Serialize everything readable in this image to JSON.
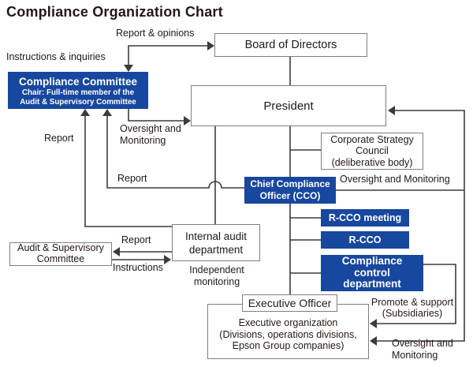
{
  "title": "Compliance Organization Chart",
  "colors": {
    "accent_blue": "#17479e",
    "line": "#3e3a39",
    "box_border": "#7f7f7f",
    "ink": "#231815"
  },
  "boxes": {
    "board_of_directors": "Board of Directors",
    "president": "President",
    "corporate_strategy_council": "Corporate Strategy\nCouncil\n(deliberative body)",
    "compliance_committee": {
      "title": "Compliance Committee",
      "subtitle": "Chair: Full-time member of the\nAudit & Supervisory Committee"
    },
    "cco": "Chief Compliance\nOfficer (CCO)",
    "rcco_meeting": "R-CCO meeting",
    "rcco": "R-CCO",
    "compliance_control_department": "Compliance\ncontrol\ndepartment",
    "internal_audit_department": "Internal audit\ndepartment",
    "audit_supervisory_committee": "Audit & Supervisory\nCommittee",
    "executive_officer": "Executive Officer",
    "executive_organization": "Executive organization\n(Divisions, operations divisions,\nEpson Group companies)"
  },
  "labels": {
    "report_opinions": "Report & opinions",
    "instructions_inquiries": "Instructions & inquiries",
    "oversight_monitoring_to_president": "Oversight and\nMonitoring",
    "report_internal_audit_to_committee": "Report",
    "report_cco_to_committee": "Report",
    "oversight_monitoring_right": "Oversight and Monitoring",
    "report_to_audit_committee": "Report",
    "instructions_to_internal_audit": "Instructions",
    "independent_monitoring": "Independent\nmonitoring",
    "promote_support_subsidiaries": "Promote & support\n(Subsidiaries)",
    "oversight_monitoring_bottom": "Oversight and\nMonitoring"
  }
}
